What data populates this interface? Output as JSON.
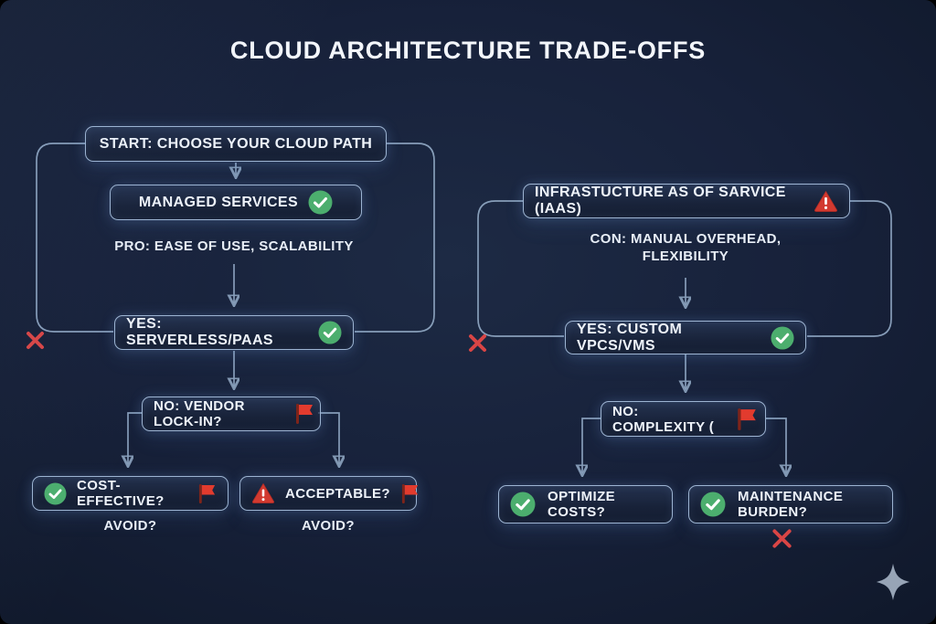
{
  "title": "CLOUD ARCHITECTURE TRADE-OFFS",
  "left": {
    "start": "START: CHOOSE YOUR CLOUD PATH",
    "managed": "MANAGED SERVICES",
    "pro_note": "PRO: EASE OF USE, SCALABILITY",
    "yes_node": "YES: SERVERLESS/PAAS",
    "no_node": "NO: VENDOR LOCK-IN?",
    "outcome_a": "COST-EFFECTIVE?",
    "outcome_b": "ACCEPTABLE?",
    "avoid_a": "AVOID?",
    "avoid_b": "AVOID?"
  },
  "right": {
    "iaas": "INFRASTUCTURE AS OF SARVICE (IAAS)",
    "con_note_line1": "CON: MANUAL OVERHEAD,",
    "con_note_line2": "FLEXIBILITY",
    "yes_node": "YES: CUSTOM VPCS/VMS",
    "no_node": "NO: COMPLEXITY (",
    "outcome_a": "OPTIMIZE COSTS?",
    "outcome_b": "MAINTENANCE BURDEN?"
  },
  "icons": {
    "check": "check-circle-icon",
    "flag": "red-flag-icon",
    "warning": "warning-triangle-icon",
    "reject": "red-x-icon",
    "sparkle": "sparkle-icon"
  },
  "colors": {
    "background_center": "#1d2a44",
    "background_edge": "#0d1526",
    "box_border": "#9db4d2",
    "box_fill": "#1b2742",
    "connector": "#8da4c0",
    "text": "#eef3fa",
    "check_green": "#4cae6e",
    "flag_red": "#e23b2e",
    "flag_pole": "#7e241a",
    "warning_red": "#d23a30",
    "x_red": "#d94545",
    "sparkle_gray": "#97a4b6"
  }
}
